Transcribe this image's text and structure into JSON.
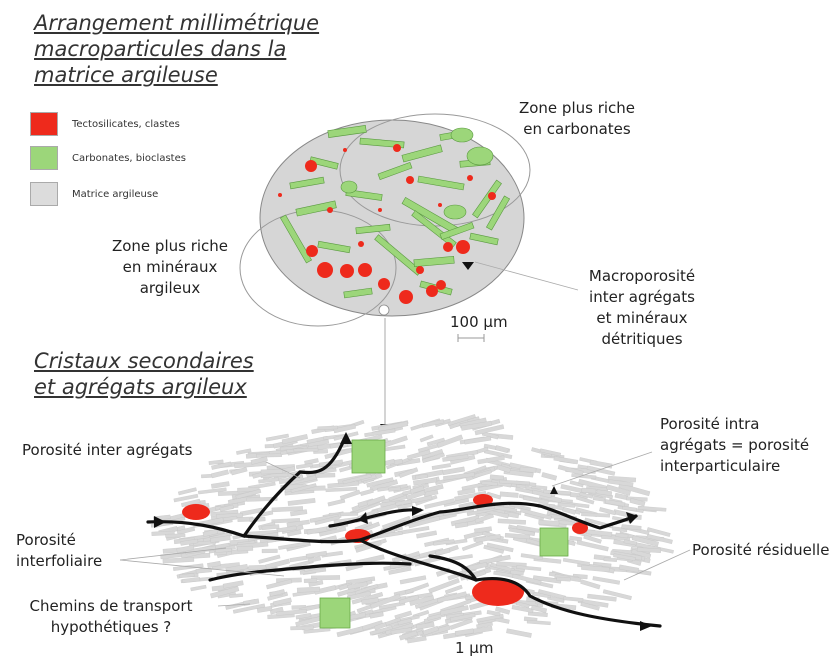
{
  "titles": {
    "top": [
      "Arrangement millimétrique",
      "macroparticules dans la",
      "matrice argileuse"
    ],
    "bottom": [
      "Cristaux secondaires",
      "et agrégats argileux"
    ]
  },
  "legend": [
    {
      "label": "Tectosilicates, clastes",
      "color": "#ee2a1c"
    },
    {
      "label": "Carbonates, bioclastes",
      "color": "#9cd67a"
    },
    {
      "label": "Matrice argileuse",
      "color": "#dcdcdc"
    }
  ],
  "top_labels": {
    "carbonates": [
      "Zone plus riche",
      "en carbonates"
    ],
    "mineraux": [
      "Zone plus riche",
      "en minéraux",
      "argileux"
    ],
    "macroporosite": [
      "Macroporosité",
      "inter agrégats",
      "et minéraux",
      "détritiques"
    ],
    "scale_top": "100 μm"
  },
  "bottom_labels": {
    "inter_agregats": "Porosité inter agrégats",
    "intra": [
      "Porosité intra",
      "agrégats = porosité",
      "interparticulaire"
    ],
    "interfoliaire": [
      "Porosité",
      "interfoliaire"
    ],
    "residuelle": "Porosité résiduelle",
    "chemins": [
      "Chemins de transport",
      "hypothétiques ?"
    ],
    "scale_bottom": "1 μm"
  },
  "colors": {
    "red": "#ee2a1c",
    "green": "#9cd67a",
    "matrix": "#d6d6d6",
    "path": "#111111"
  }
}
